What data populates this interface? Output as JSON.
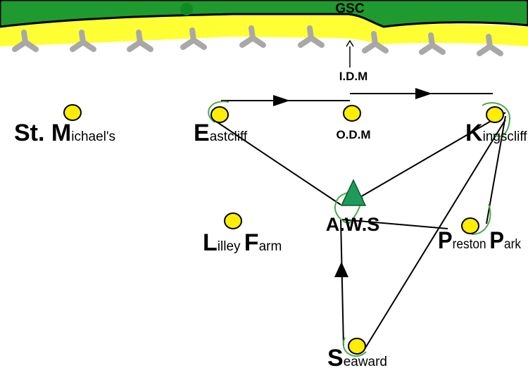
{
  "header": {
    "title": "GSC",
    "colors": {
      "land": "#1f9a2f",
      "beach": "#ffff33",
      "groyne": "#a8a8a8"
    }
  },
  "markers": {
    "idm": "I.D.M",
    "odm": "O.D.M",
    "aws": "A.W.S"
  },
  "places": {
    "st_michaels": {
      "cap": "St. M",
      "rest": "ichael's"
    },
    "eastcliff": {
      "cap": "E",
      "rest": "astcliff"
    },
    "kingscliff": {
      "cap": "K",
      "rest": "ingscliff"
    },
    "lilley_farm": {
      "cap1": "L",
      "rest1": "illey ",
      "cap2": "F",
      "rest2": "arm"
    },
    "preston_park": {
      "cap1": "P",
      "rest1": "reston ",
      "cap2": "P",
      "rest2": "ark"
    },
    "seaward": {
      "cap": "S",
      "rest": "eaward"
    }
  },
  "colors": {
    "dot": "#ffee00",
    "triangle": "#1f9a5a",
    "route": "#4caa4c"
  }
}
